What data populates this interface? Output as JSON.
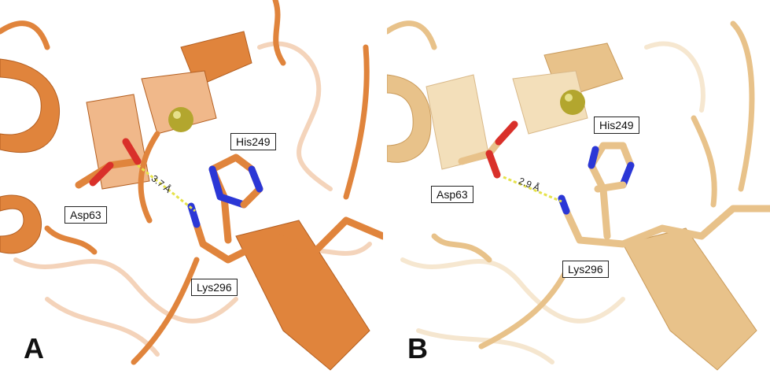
{
  "colors": {
    "panel_a_ribbon": "#e0843c",
    "panel_a_ribbon_light": "#f0b88a",
    "panel_b_ribbon": "#e8c28a",
    "panel_b_ribbon_light": "#f3dfba",
    "nitrogen": "#2b37d6",
    "oxygen": "#d9302a",
    "metal_ion": "#b3a62e",
    "hbond": "#e6e24a"
  },
  "panels": [
    {
      "id": "A",
      "panel_label": "A",
      "residues": {
        "acid": "Asp63",
        "histidine": "His249",
        "lysine": "Lys296"
      },
      "distance": "3.7 Å"
    },
    {
      "id": "B",
      "panel_label": "B",
      "residues": {
        "acid": "Asp63",
        "histidine": "His249",
        "lysine": "Lys296"
      },
      "distance": "2.9 Å"
    }
  ]
}
